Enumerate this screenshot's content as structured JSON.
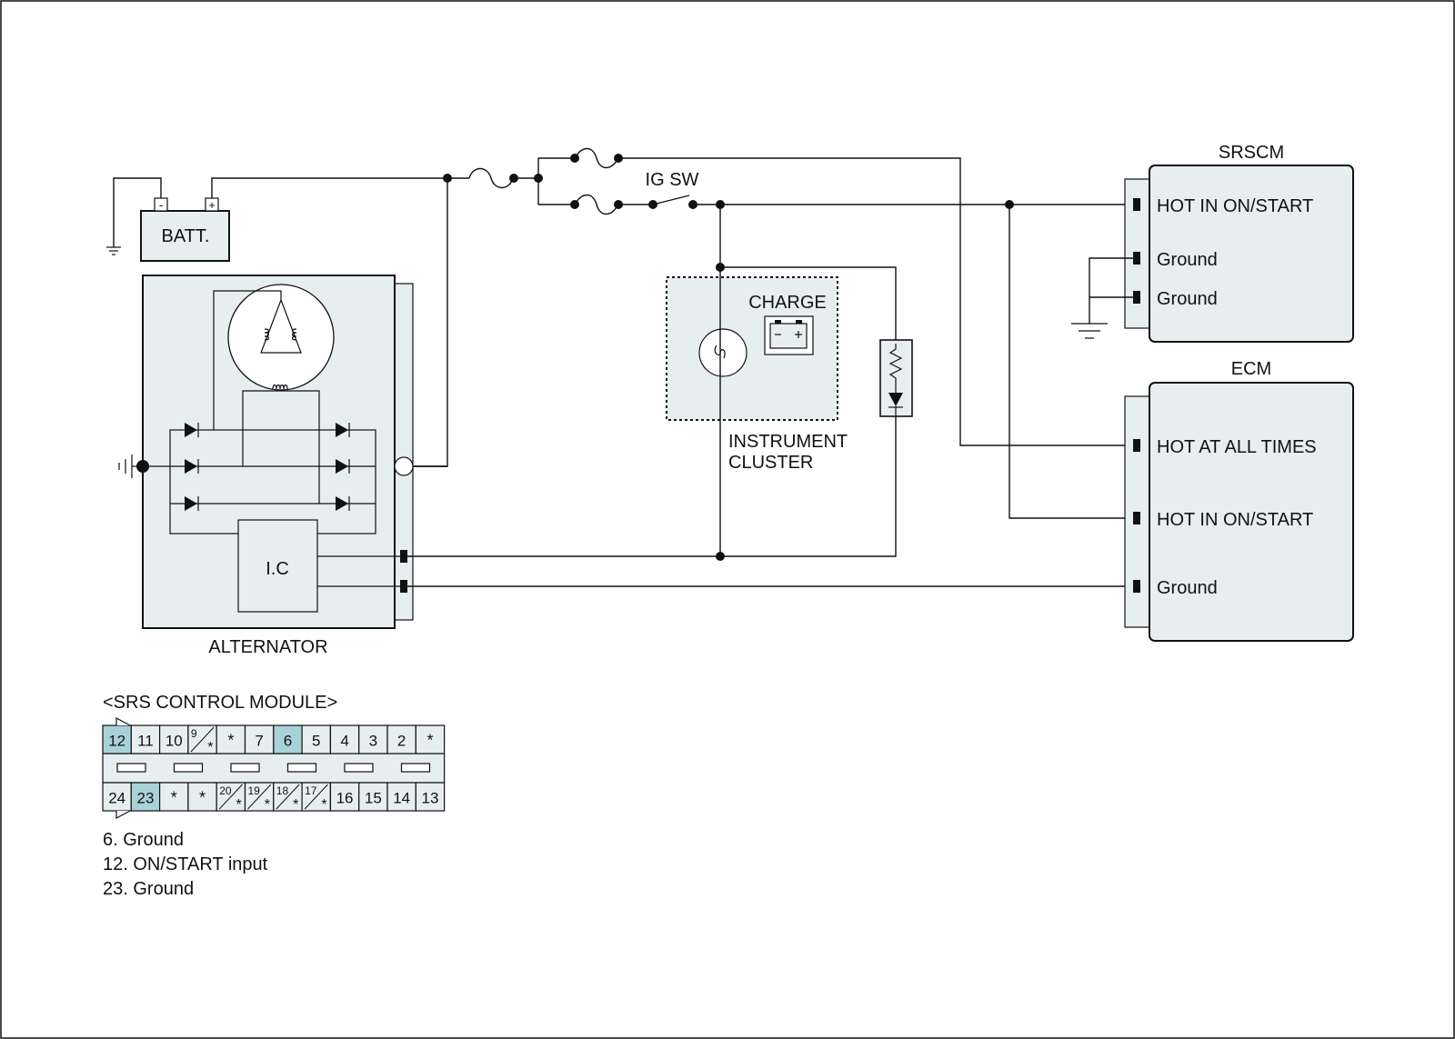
{
  "components": {
    "battery": "BATT.",
    "alternator": "ALTERNATOR",
    "ic": "I.C",
    "ig_switch": "IG SW",
    "instrument_cluster_line1": "INSTRUMENT",
    "instrument_cluster_line2": "CLUSTER",
    "charge_lamp": "CHARGE",
    "srscm": "SRSCM",
    "ecm": "ECM",
    "battery_minus": "-",
    "battery_plus": "+"
  },
  "srscm_pins": [
    "HOT IN ON/START",
    "Ground",
    "Ground"
  ],
  "ecm_pins": [
    "HOT AT ALL TIMES",
    "HOT IN ON/START",
    "Ground"
  ],
  "connector": {
    "title": "<SRS CONTROL MODULE>",
    "top_row": [
      "12",
      "11",
      "10",
      "9/*",
      "*",
      "7",
      "6",
      "5",
      "4",
      "3",
      "2",
      "*"
    ],
    "bottom_row": [
      "24",
      "23",
      "*",
      "*",
      "20/*",
      "19/*",
      "18/*",
      "17/*",
      "16",
      "15",
      "14",
      "13"
    ],
    "highlighted": [
      "12",
      "6",
      "23"
    ],
    "highlight_color": "#a9d2d8"
  },
  "pin_notes": [
    "6. Ground",
    "12. ON/START input",
    "23. Ground"
  ],
  "colors": {
    "module_fill": "#e7eeef",
    "line": "#111111"
  }
}
